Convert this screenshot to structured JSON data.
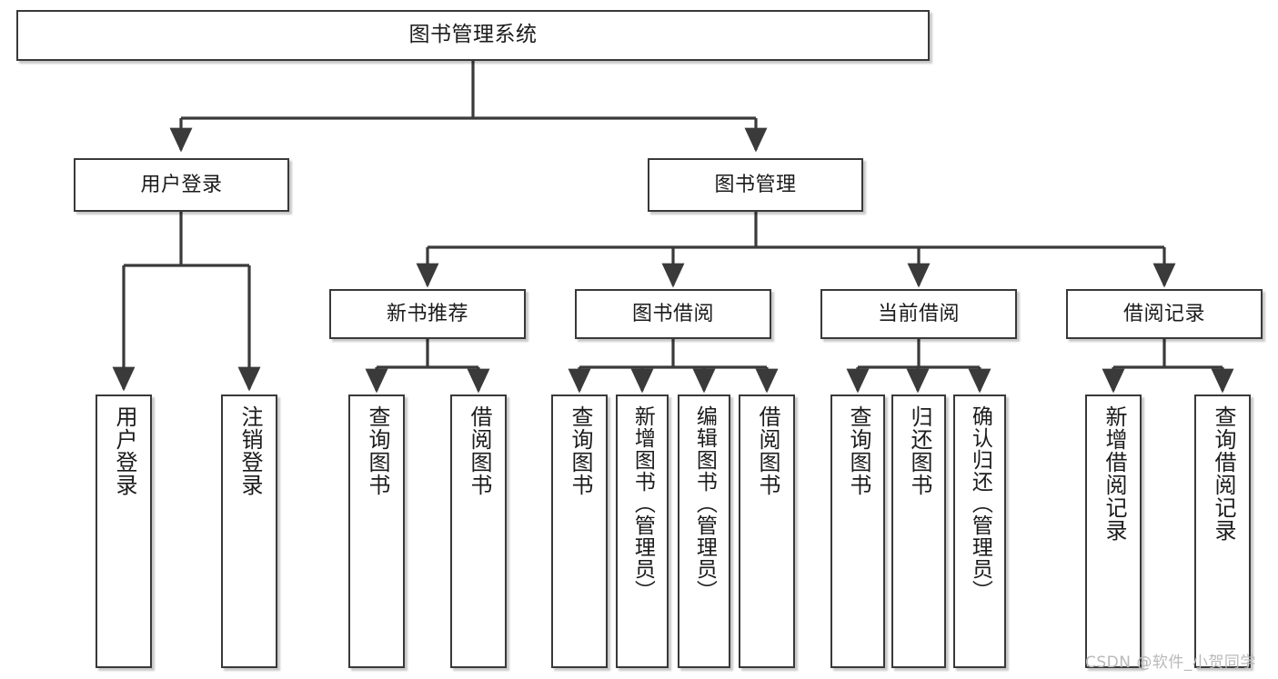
{
  "diagram": {
    "title": "图书管理系统",
    "type": "tree-hierarchy",
    "watermark": "CSDN @软件_小贺同学",
    "colors": {
      "background": "#ffffff",
      "box_border": "#393939",
      "box_fill": "#ffffff",
      "edge": "#3a3a3a",
      "text": "#1b1b1b",
      "watermark": "#b9b9b9"
    },
    "nodes": {
      "root": {
        "label": "图书管理系统"
      },
      "level1": [
        {
          "id": "user-login",
          "label": "用户登录"
        },
        {
          "id": "book-management",
          "label": "图书管理"
        }
      ],
      "level2": [
        {
          "id": "new-book-recommend",
          "label": "新书推荐"
        },
        {
          "id": "book-borrow",
          "label": "图书借阅"
        },
        {
          "id": "current-borrow",
          "label": "当前借阅"
        },
        {
          "id": "borrow-record",
          "label": "借阅记录"
        }
      ],
      "leaves": {
        "user_login": [
          {
            "id": "leaf-user-login",
            "label": "用户登录"
          },
          {
            "id": "leaf-logout-login",
            "label": "注销登录"
          }
        ],
        "new_book_recommend": [
          {
            "id": "leaf-query-book-1",
            "label": "查询图书"
          },
          {
            "id": "leaf-borrow-book-1",
            "label": "借阅图书"
          }
        ],
        "book_borrow": [
          {
            "id": "leaf-query-book-2",
            "label": "查询图书"
          },
          {
            "id": "leaf-add-book-admin",
            "label": "新增图书（管理员）"
          },
          {
            "id": "leaf-edit-book-admin",
            "label": "编辑图书（管理员）"
          },
          {
            "id": "leaf-borrow-book-2",
            "label": "借阅图书"
          }
        ],
        "current_borrow": [
          {
            "id": "leaf-query-book-3",
            "label": "查询图书"
          },
          {
            "id": "leaf-return-book",
            "label": "归还图书"
          },
          {
            "id": "leaf-confirm-return-admin",
            "label": "确认归还（管理员）"
          }
        ],
        "borrow_record": [
          {
            "id": "leaf-add-borrow-record",
            "label": "新增借阅记录"
          },
          {
            "id": "leaf-query-borrow-record",
            "label": "查询借阅记录"
          }
        ]
      }
    }
  }
}
